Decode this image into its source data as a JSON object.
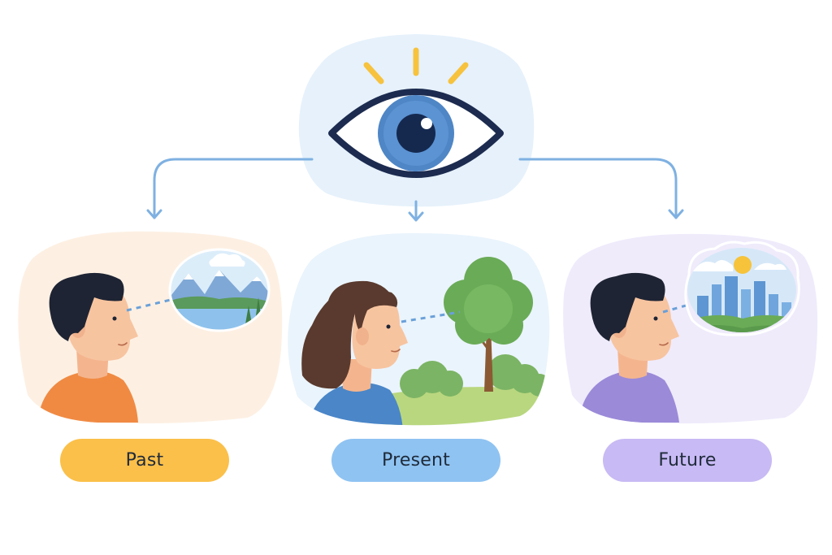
{
  "labels": {
    "past": "Past",
    "present": "Present",
    "future": "Future"
  },
  "colors": {
    "background": "#ffffff",
    "eye_bubble": "#e6f1fb",
    "eye_outline": "#1c2b4f",
    "iris": "#4f86c6",
    "pupil": "#15294f",
    "sun_rays": "#f7c23d",
    "arrows": "#7fb1e2",
    "past_panel": "#fdf0e3",
    "present_panel": "#eaf4fc",
    "future_panel": "#efebfb",
    "past_pill": "#fbc04a",
    "present_pill": "#8fc3f2",
    "future_pill": "#c8baf4",
    "past_shirt": "#f08a43",
    "present_shirt": "#4a86c8",
    "future_shirt": "#9b8ad8"
  },
  "icons": {
    "top": "eye-icon",
    "past_thought": "mountain-lake-icon",
    "present_view": "tree-icon",
    "future_thought": "city-skyline-icon"
  }
}
